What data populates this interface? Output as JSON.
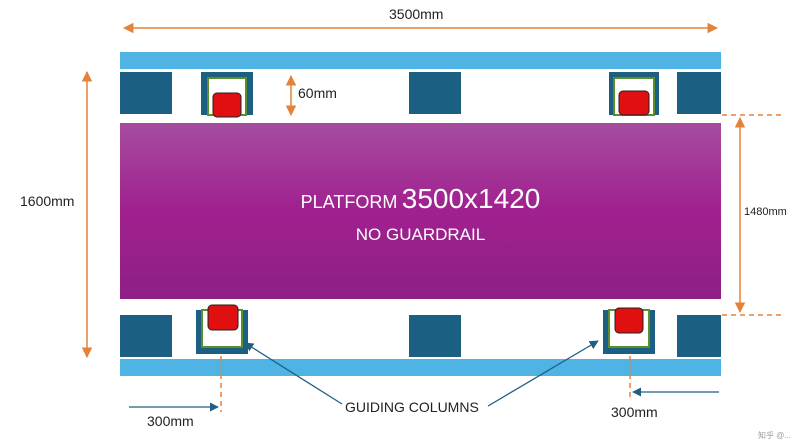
{
  "dimensions": {
    "width_total": "3500mm",
    "height_total": "1600mm",
    "column_gap": "60mm",
    "platform_depth": "1480mm",
    "offset_left": "300mm",
    "offset_right": "300mm"
  },
  "platform": {
    "label_prefix": "PLATFORM",
    "label_size": "3500x1420",
    "note": "NO GUARDRAIL"
  },
  "callout": {
    "guiding_columns": "GUIDING COLUMNS"
  },
  "watermark": "知乎 @..."
}
